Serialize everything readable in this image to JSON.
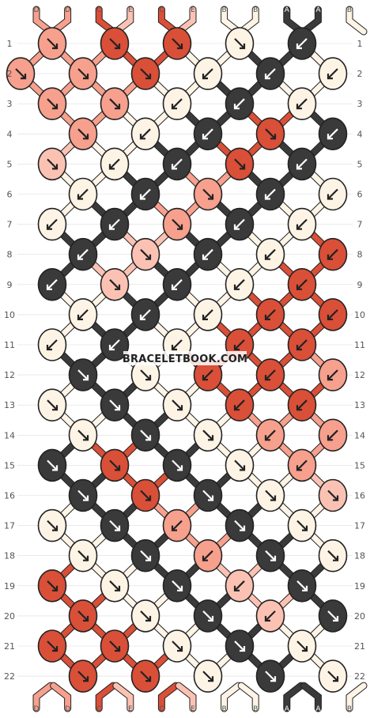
{
  "site": {
    "watermark": "BRACELETBOOK.COM"
  },
  "colors": {
    "D": "#f6a08d",
    "C": "#d94f38",
    "E": "#fbc2b3",
    "B": "#fdf4e6",
    "A": "#3a3a3a"
  },
  "strands": {
    "top": [
      "D",
      "D",
      "C",
      "E",
      "C",
      "E",
      "B",
      "B",
      "A",
      "A",
      "B"
    ],
    "bottom": [
      "D",
      "D",
      "C",
      "E",
      "C",
      "E",
      "B",
      "B",
      "A",
      "A",
      "B"
    ]
  },
  "row_labels": [
    "1",
    "2",
    "3",
    "4",
    "5",
    "6",
    "7",
    "8",
    "9",
    "10",
    "11",
    "12",
    "13",
    "14",
    "15",
    "16",
    "17",
    "18",
    "19",
    "20",
    "21",
    "22"
  ],
  "knots": [
    [
      {
        "c": "D",
        "d": "se"
      },
      {
        "c": "C",
        "d": "se"
      },
      {
        "c": "C",
        "d": "se"
      },
      {
        "c": "B",
        "d": "se"
      },
      {
        "c": "A",
        "d": "sw"
      }
    ],
    [
      {
        "c": "D",
        "d": "se"
      },
      {
        "c": "D",
        "d": "se"
      },
      {
        "c": "C",
        "d": "se"
      },
      {
        "c": "B",
        "d": "sw"
      },
      {
        "c": "A",
        "d": "sw"
      },
      {
        "c": "B",
        "d": "sw"
      }
    ],
    [
      {
        "c": "D",
        "d": "se"
      },
      {
        "c": "D",
        "d": "se"
      },
      {
        "c": "B",
        "d": "sw"
      },
      {
        "c": "A",
        "d": "sw"
      },
      {
        "c": "B",
        "d": "sw"
      }
    ],
    [
      {
        "c": "D",
        "d": "se"
      },
      {
        "c": "B",
        "d": "sw"
      },
      {
        "c": "A",
        "d": "sw"
      },
      {
        "c": "C",
        "d": "se"
      },
      {
        "c": "A",
        "d": "sw"
      }
    ],
    [
      {
        "c": "E",
        "d": "se"
      },
      {
        "c": "B",
        "d": "sw"
      },
      {
        "c": "A",
        "d": "sw"
      },
      {
        "c": "C",
        "d": "se"
      },
      {
        "c": "A",
        "d": "sw"
      }
    ],
    [
      {
        "c": "B",
        "d": "sw"
      },
      {
        "c": "A",
        "d": "sw"
      },
      {
        "c": "D",
        "d": "se"
      },
      {
        "c": "A",
        "d": "sw"
      },
      {
        "c": "B",
        "d": "sw"
      }
    ],
    [
      {
        "c": "B",
        "d": "sw"
      },
      {
        "c": "A",
        "d": "sw"
      },
      {
        "c": "D",
        "d": "se"
      },
      {
        "c": "A",
        "d": "sw"
      },
      {
        "c": "B",
        "d": "sw"
      }
    ],
    [
      {
        "c": "A",
        "d": "sw"
      },
      {
        "c": "E",
        "d": "se"
      },
      {
        "c": "A",
        "d": "sw"
      },
      {
        "c": "B",
        "d": "sw"
      },
      {
        "c": "C",
        "d": "sw"
      }
    ],
    [
      {
        "c": "A",
        "d": "sw"
      },
      {
        "c": "E",
        "d": "se"
      },
      {
        "c": "A",
        "d": "sw"
      },
      {
        "c": "B",
        "d": "sw"
      },
      {
        "c": "C",
        "d": "sw"
      }
    ],
    [
      {
        "c": "B",
        "d": "sw"
      },
      {
        "c": "A",
        "d": "sw"
      },
      {
        "c": "B",
        "d": "sw"
      },
      {
        "c": "C",
        "d": "sw"
      },
      {
        "c": "C",
        "d": "sw"
      }
    ],
    [
      {
        "c": "B",
        "d": "sw"
      },
      {
        "c": "A",
        "d": "sw"
      },
      {
        "c": "B",
        "d": "sw"
      },
      {
        "c": "C",
        "d": "sw"
      },
      {
        "c": "C",
        "d": "sw"
      }
    ],
    [
      {
        "c": "A",
        "d": "se"
      },
      {
        "c": "B",
        "d": "se"
      },
      {
        "c": "C",
        "d": "sw"
      },
      {
        "c": "C",
        "d": "sw"
      },
      {
        "c": "D",
        "d": "sw"
      }
    ],
    [
      {
        "c": "B",
        "d": "se"
      },
      {
        "c": "A",
        "d": "se"
      },
      {
        "c": "B",
        "d": "se"
      },
      {
        "c": "C",
        "d": "sw"
      },
      {
        "c": "C",
        "d": "sw"
      }
    ],
    [
      {
        "c": "B",
        "d": "se"
      },
      {
        "c": "A",
        "d": "se"
      },
      {
        "c": "B",
        "d": "se"
      },
      {
        "c": "D",
        "d": "sw"
      },
      {
        "c": "D",
        "d": "sw"
      }
    ],
    [
      {
        "c": "A",
        "d": "se"
      },
      {
        "c": "C",
        "d": "se"
      },
      {
        "c": "A",
        "d": "se"
      },
      {
        "c": "B",
        "d": "se"
      },
      {
        "c": "D",
        "d": "sw"
      }
    ],
    [
      {
        "c": "A",
        "d": "se"
      },
      {
        "c": "C",
        "d": "se"
      },
      {
        "c": "A",
        "d": "se"
      },
      {
        "c": "B",
        "d": "se"
      },
      {
        "c": "E",
        "d": "se"
      }
    ],
    [
      {
        "c": "B",
        "d": "se"
      },
      {
        "c": "A",
        "d": "se"
      },
      {
        "c": "D",
        "d": "sw"
      },
      {
        "c": "A",
        "d": "se"
      },
      {
        "c": "B",
        "d": "se"
      }
    ],
    [
      {
        "c": "B",
        "d": "se"
      },
      {
        "c": "A",
        "d": "se"
      },
      {
        "c": "D",
        "d": "sw"
      },
      {
        "c": "A",
        "d": "se"
      },
      {
        "c": "B",
        "d": "se"
      }
    ],
    [
      {
        "c": "C",
        "d": "se"
      },
      {
        "c": "B",
        "d": "se"
      },
      {
        "c": "A",
        "d": "se"
      },
      {
        "c": "E",
        "d": "sw"
      },
      {
        "c": "A",
        "d": "se"
      }
    ],
    [
      {
        "c": "C",
        "d": "se"
      },
      {
        "c": "B",
        "d": "se"
      },
      {
        "c": "A",
        "d": "se"
      },
      {
        "c": "E",
        "d": "sw"
      },
      {
        "c": "A",
        "d": "se"
      }
    ],
    [
      {
        "c": "C",
        "d": "se"
      },
      {
        "c": "C",
        "d": "se"
      },
      {
        "c": "B",
        "d": "se"
      },
      {
        "c": "A",
        "d": "se"
      },
      {
        "c": "B",
        "d": "se"
      }
    ],
    [
      {
        "c": "C",
        "d": "se"
      },
      {
        "c": "C",
        "d": "se"
      },
      {
        "c": "B",
        "d": "se"
      },
      {
        "c": "A",
        "d": "se"
      },
      {
        "c": "B",
        "d": "se"
      }
    ]
  ]
}
